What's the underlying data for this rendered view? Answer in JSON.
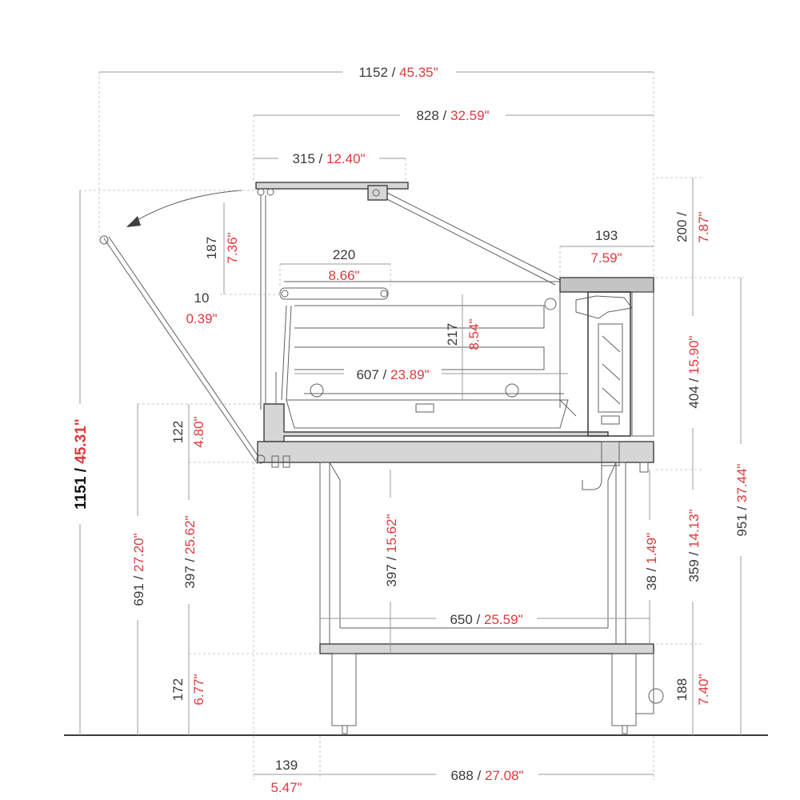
{
  "colors": {
    "mm": "#3a3a3a",
    "inch": "#e0383b",
    "line": "#404040",
    "dim": "#9a9a9a"
  },
  "dimensions": {
    "overall_width": {
      "mm": "1152",
      "in": "45.35\""
    },
    "glass_width": {
      "mm": "828",
      "in": "32.59\""
    },
    "top_shelf": {
      "mm": "315",
      "in": "12.40\""
    },
    "glass_drop": {
      "mm": "187",
      "in": "7.36\""
    },
    "shelf_width": {
      "mm": "220",
      "in": "8.66\""
    },
    "shelf_gap": {
      "mm": "10",
      "in": "0.39\""
    },
    "inner_height": {
      "mm": "217",
      "in": "8.54\""
    },
    "well_width": {
      "mm": "607",
      "in": "23.89\""
    },
    "rear_counter": {
      "mm": "193",
      "in": "7.59\""
    },
    "top_rise": {
      "mm": "200",
      "in": "7.87\""
    },
    "rear_panel": {
      "mm": "404",
      "in": "15.90\""
    },
    "counter_height": {
      "mm": "951",
      "in": "37.44\""
    },
    "total_height": {
      "mm": "1151",
      "in": "45.31\""
    },
    "front_base": {
      "mm": "691",
      "in": "27.20\""
    },
    "front_band": {
      "mm": "122",
      "in": "4.80\""
    },
    "stand_height_l": {
      "mm": "397",
      "in": "25.62\""
    },
    "stand_height_c": {
      "mm": "397",
      "in": "15.62\""
    },
    "shelf_thick": {
      "mm": "38",
      "in": "1.49\""
    },
    "rear_lower": {
      "mm": "359",
      "in": "14.13\""
    },
    "stand_width": {
      "mm": "650",
      "in": "25.59\""
    },
    "foot_height_l": {
      "mm": "172",
      "in": "6.77\""
    },
    "foot_height_r": {
      "mm": "188",
      "in": "7.40\""
    },
    "front_offset": {
      "mm": "139",
      "in": "5.47\""
    },
    "base_width": {
      "mm": "688",
      "in": "27.08\""
    }
  }
}
